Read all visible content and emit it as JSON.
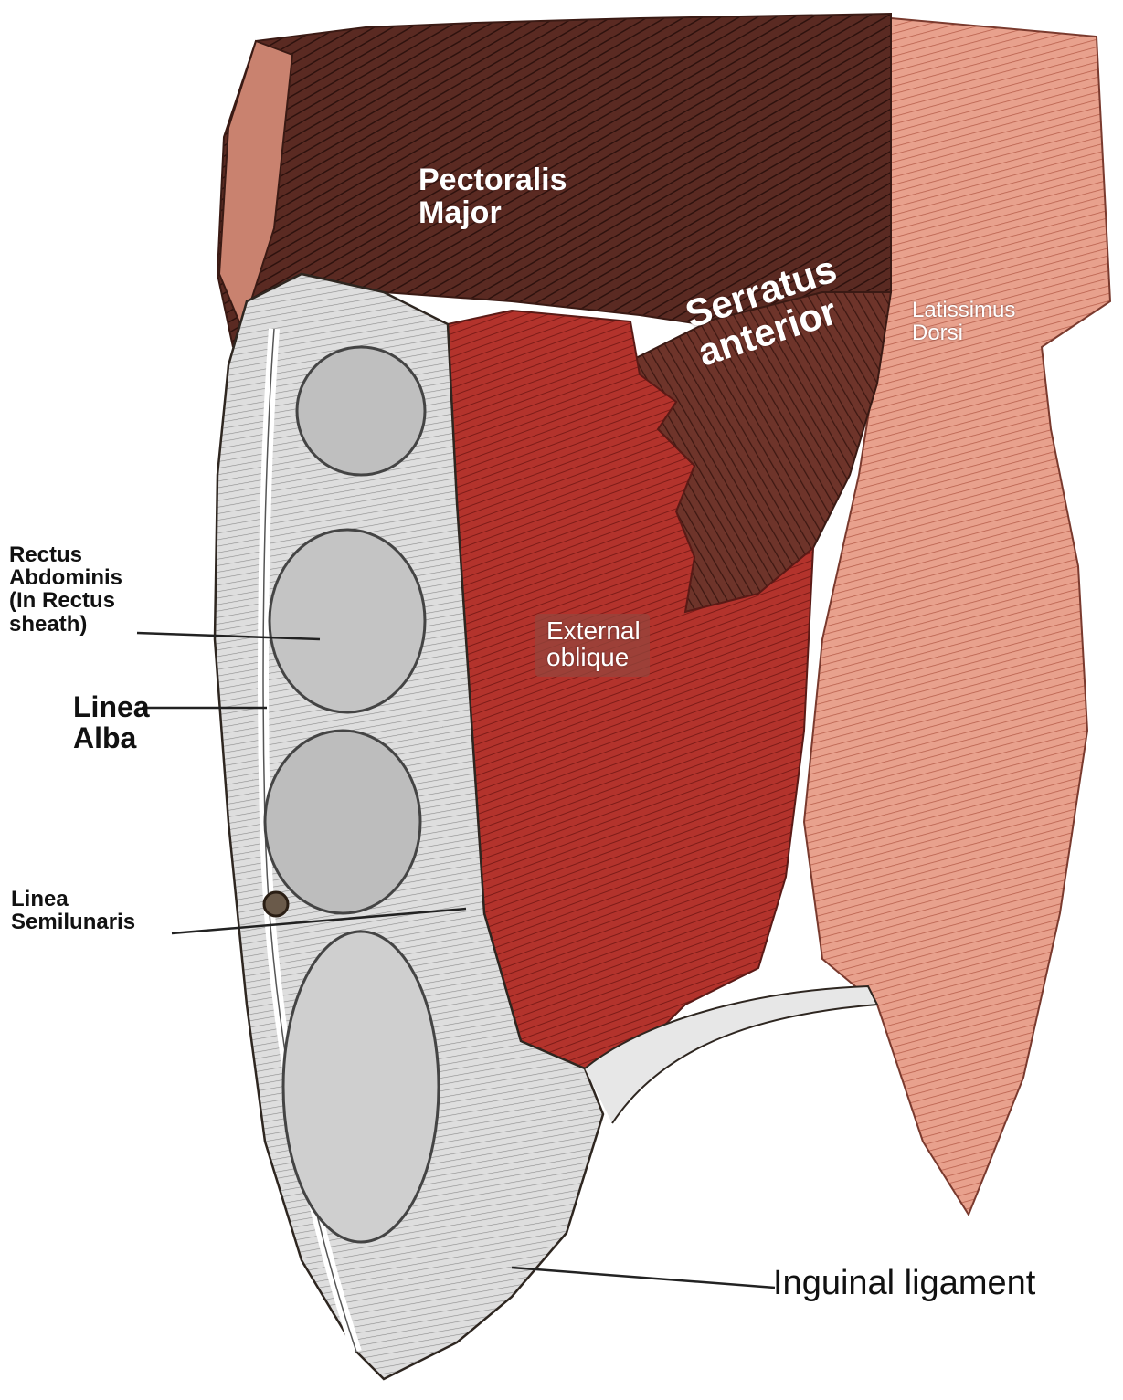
{
  "labels": {
    "pectoralis_major": "Pectoralis\nMajor",
    "serratus_anterior": "Serratus\nanterior",
    "latissimus_dorsi": "Latissimus\nDorsi",
    "external_oblique": "External\noblique",
    "rectus_abdominis": "Rectus\nAbdominis\n(In Rectus\nsheath)",
    "linea_alba": "Linea\nAlba",
    "linea_semilunaris": "Linea\nSemilunaris",
    "inguinal_ligament": "Inguinal ligament"
  },
  "colors": {
    "pectoralis": "#5a2a22",
    "pectoralis_light": "#c9826f",
    "latissimus": "#e49a86",
    "oblique": "#a8302b",
    "sheath": "#d9d9d9",
    "outline": "#3a2a22"
  }
}
